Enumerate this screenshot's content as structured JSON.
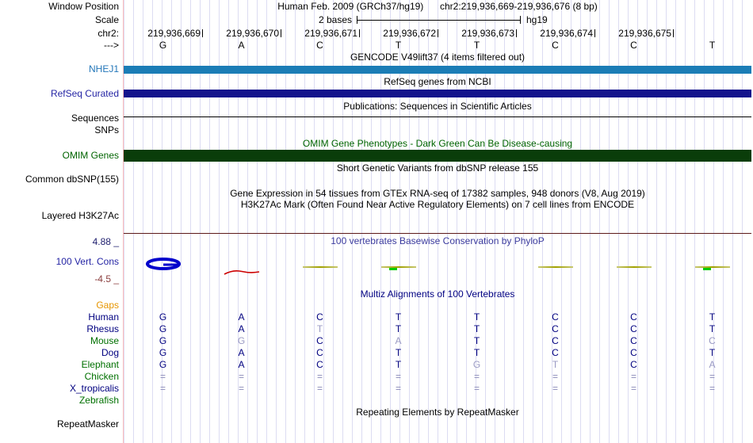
{
  "colors": {
    "gencode_blue": "#1b7db6",
    "gencode_label_blue": "#2276b9",
    "refseq_navy": "#14148c",
    "refseq_label": "#2424a4",
    "omim_green": "#0a3d0a",
    "omim_label_green": "#006400",
    "cons_title_blue": "#3b3b9e",
    "multiz_navy": "#000082",
    "gaps_orange": "#e69500",
    "species_green": "#007000",
    "species_navy": "#000080",
    "letter_navy": "#000080",
    "dim_letter": "#9a9ac4",
    "equals": "#8a8ab8",
    "olive": "#a0a000",
    "olive_light": "#c8c870",
    "bright_green": "#00cc00",
    "red_glyph": "#cc0000",
    "blue_glyph": "#0000cc",
    "maroon_line": "#5c1a1a",
    "axis_max_color": "#222270",
    "axis_min_color": "#8b3e3e",
    "black": "#000000"
  },
  "header": {
    "window_position_label": "Window Position",
    "assembly_title": "Human Feb. 2009 (GRCh37/hg19)",
    "position_title": "chr2:219,936,669-219,936,676 (8 bp)",
    "scale_label": "Scale",
    "scale_text": "2 bases",
    "scale_genome": "hg19",
    "chrom_label": "chr2:",
    "strand_arrow": "--->",
    "coordinates": [
      "219,936,669",
      "219,936,670",
      "219,936,671",
      "219,936,672",
      "219,936,673",
      "219,936,674",
      "219,936,675"
    ],
    "bases": [
      "G",
      "A",
      "C",
      "T",
      "T",
      "C",
      "C",
      "T"
    ]
  },
  "tracks": {
    "gencode": {
      "title": "GENCODE V49lift37 (4 items filtered out)",
      "gene_label": "NHEJ1"
    },
    "refseq": {
      "title": "RefSeq genes from NCBI",
      "label": "RefSeq Curated"
    },
    "publications": {
      "title": "Publications: Sequences in Scientific Articles",
      "label": "Sequences"
    },
    "snps": {
      "label": "SNPs"
    },
    "omim": {
      "title": "OMIM Gene Phenotypes - Dark Green Can Be Disease-causing",
      "label": "OMIM Genes"
    },
    "dbsnp": {
      "title": "Short Genetic Variants from dbSNP release 155",
      "label": "Common dbSNP(155)"
    },
    "gtex": {
      "title": "Gene Expression in 54 tissues from GTEx RNA-seq of 17382 samples, 948 donors (V8, Aug 2019)"
    },
    "h3k27ac": {
      "title": "H3K27Ac Mark (Often Found Near Active Regulatory Elements) on 7 cell lines from ENCODE",
      "label": "Layered H3K27Ac"
    },
    "conservation": {
      "title": "100 vertebrates Basewise Conservation by PhyloP",
      "label": "100 Vert. Cons",
      "axis_max": "4.88 _",
      "axis_min": "-4.5 _",
      "glyphs": [
        {
          "base": 0,
          "type": "loop"
        },
        {
          "base": 1,
          "type": "arc"
        },
        {
          "base": 2,
          "type": "dash"
        },
        {
          "base": 3,
          "type": "dash_green"
        },
        {
          "base": 5,
          "type": "dash"
        },
        {
          "base": 6,
          "type": "dash"
        },
        {
          "base": 7,
          "type": "dash_green"
        }
      ]
    },
    "multiz": {
      "title": "Multiz Alignments of 100 Vertebrates",
      "rows": [
        {
          "name": "Gaps",
          "color": "orange",
          "cells": [],
          "dim": []
        },
        {
          "name": "Human",
          "color": "navy",
          "cells": [
            "G",
            "A",
            "C",
            "T",
            "T",
            "C",
            "C",
            "T"
          ],
          "dim": []
        },
        {
          "name": "Rhesus",
          "color": "navy",
          "cells": [
            "G",
            "A",
            "T",
            "T",
            "T",
            "C",
            "C",
            "T"
          ],
          "dim": [
            2
          ]
        },
        {
          "name": "Mouse",
          "color": "green",
          "cells": [
            "G",
            "G",
            "C",
            "A",
            "T",
            "C",
            "C",
            "C"
          ],
          "dim": [
            1,
            3,
            7
          ]
        },
        {
          "name": "Dog",
          "color": "navy",
          "cells": [
            "G",
            "A",
            "C",
            "T",
            "T",
            "C",
            "C",
            "T"
          ],
          "dim": []
        },
        {
          "name": "Elephant",
          "color": "green",
          "cells": [
            "G",
            "A",
            "C",
            "T",
            "G",
            "T",
            "C",
            "A"
          ],
          "dim": [
            4,
            5,
            7
          ]
        },
        {
          "name": "Chicken",
          "color": "green",
          "cells": [
            "=",
            "=",
            "=",
            "=",
            "=",
            "=",
            "=",
            "="
          ],
          "dim": [],
          "eq": true
        },
        {
          "name": "X_tropicalis",
          "color": "navy",
          "cells": [
            "=",
            "=",
            "=",
            "=",
            "=",
            "=",
            "=",
            "="
          ],
          "dim": [],
          "eq": true
        },
        {
          "name": "Zebrafish",
          "color": "green",
          "cells": [],
          "dim": []
        }
      ]
    },
    "repeatmasker": {
      "title": "Repeating Elements by RepeatMasker",
      "label": "RepeatMasker"
    }
  }
}
